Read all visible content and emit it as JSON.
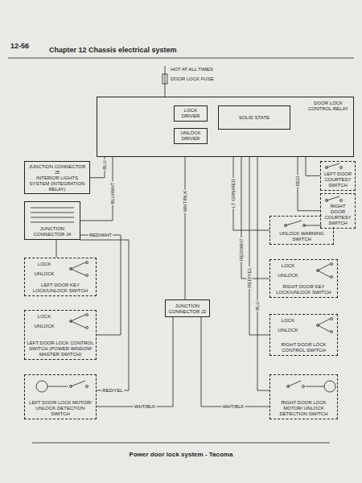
{
  "diagram": {
    "title": "Chapter 12 Chassis electrical system",
    "caption": "Power door lock system - Tacoma",
    "nodes": [
      {
        "text": [
          "DOOR LOCK CONTROL RELAY"
        ]
      },
      {
        "text": [
          "LOCK DRIVER"
        ],
        "in": 0
      },
      {
        "text": [
          "UNLOCK DRIVER"
        ],
        "in": 0
      },
      {
        "text": [
          "SOLID STATE"
        ],
        "in": 0
      },
      {
        "text": [
          "JUNCTION CONNECTOR J5",
          "INTERIOR LIGHTS SYSTEM (INTEGRATION RELAY)"
        ]
      },
      {
        "text": [
          "LEFT DOOR COURTESY SWITCH"
        ]
      },
      {
        "text": [
          "RIGHT DOOR COURTESY SWITCH"
        ]
      },
      {
        "text": [
          "UNLOCK WARNING SWITCH"
        ]
      },
      {
        "text": [
          "JUNCTION CONNECTOR J4"
        ]
      },
      {
        "text": [
          "LEFT DOOR KEY LOCK/UNLOCK SWITCH"
        ]
      },
      {
        "text": [
          "RIGHT DOOR KEY LOCK/UNLOCK SWITCH"
        ]
      },
      {
        "text": [
          "LEFT DOOR LOCK CONTROL SWITCH (POWER WINDOW MASTER SWITCH)"
        ]
      },
      {
        "text": [
          "RIGHT DOOR LOCK CONTROL SWITCH"
        ]
      },
      {
        "text": [
          "LEFT DOOR LOCK MOTOR/ UNLOCK DETECTION SWITCH"
        ]
      },
      {
        "text": [
          "RIGHT DOOR LOCK MOTOR/ UNLOCK DETECTION SWITCH"
        ]
      },
      {
        "text": [
          "JUNCTION CONNECTOR J2"
        ]
      }
    ],
    "edges": [
      {
        "from": 0,
        "to": 4,
        "arrow": "none"
      },
      {
        "from": 0,
        "to": 5,
        "arrow": "none"
      },
      {
        "from": 0,
        "to": 6,
        "arrow": "none"
      },
      {
        "from": 0,
        "to": 7,
        "arrow": "none"
      },
      {
        "from": 0,
        "to": 8,
        "arrow": "none"
      },
      {
        "from": 0,
        "to": 10,
        "arrow": "none"
      },
      {
        "from": 0,
        "to": 12,
        "arrow": "none"
      },
      {
        "from": 0,
        "to": 14,
        "arrow": "none"
      },
      {
        "from": 0,
        "to": 15,
        "arrow": "none"
      },
      {
        "from": 8,
        "to": 9,
        "arrow": "none"
      },
      {
        "from": 8,
        "to": 11,
        "arrow": "none"
      },
      {
        "from": 8,
        "to": 13,
        "arrow": "none"
      },
      {
        "from": 15,
        "to": 13,
        "arrow": "none"
      },
      {
        "from": 15,
        "to": 14,
        "arrow": "none"
      }
    ],
    "labels": [
      "12-56",
      "HOT AT ALL TIMES",
      "DOOR LOCK FUSE",
      "BLU",
      "BLU/WHT",
      "WHT/BLK",
      "LT GRN/RED",
      "RED/WHT",
      "RED/YEL",
      "BLU",
      "RED",
      "RED/WHT",
      "RED/YEL",
      "WHT/BLK",
      "WHT/BLK",
      "LOCK",
      "UNLOCK",
      "LOCK",
      "UNLOCK",
      "LOCK",
      "UNLOCK",
      "LOCK",
      "UNLOCK"
    ]
  }
}
